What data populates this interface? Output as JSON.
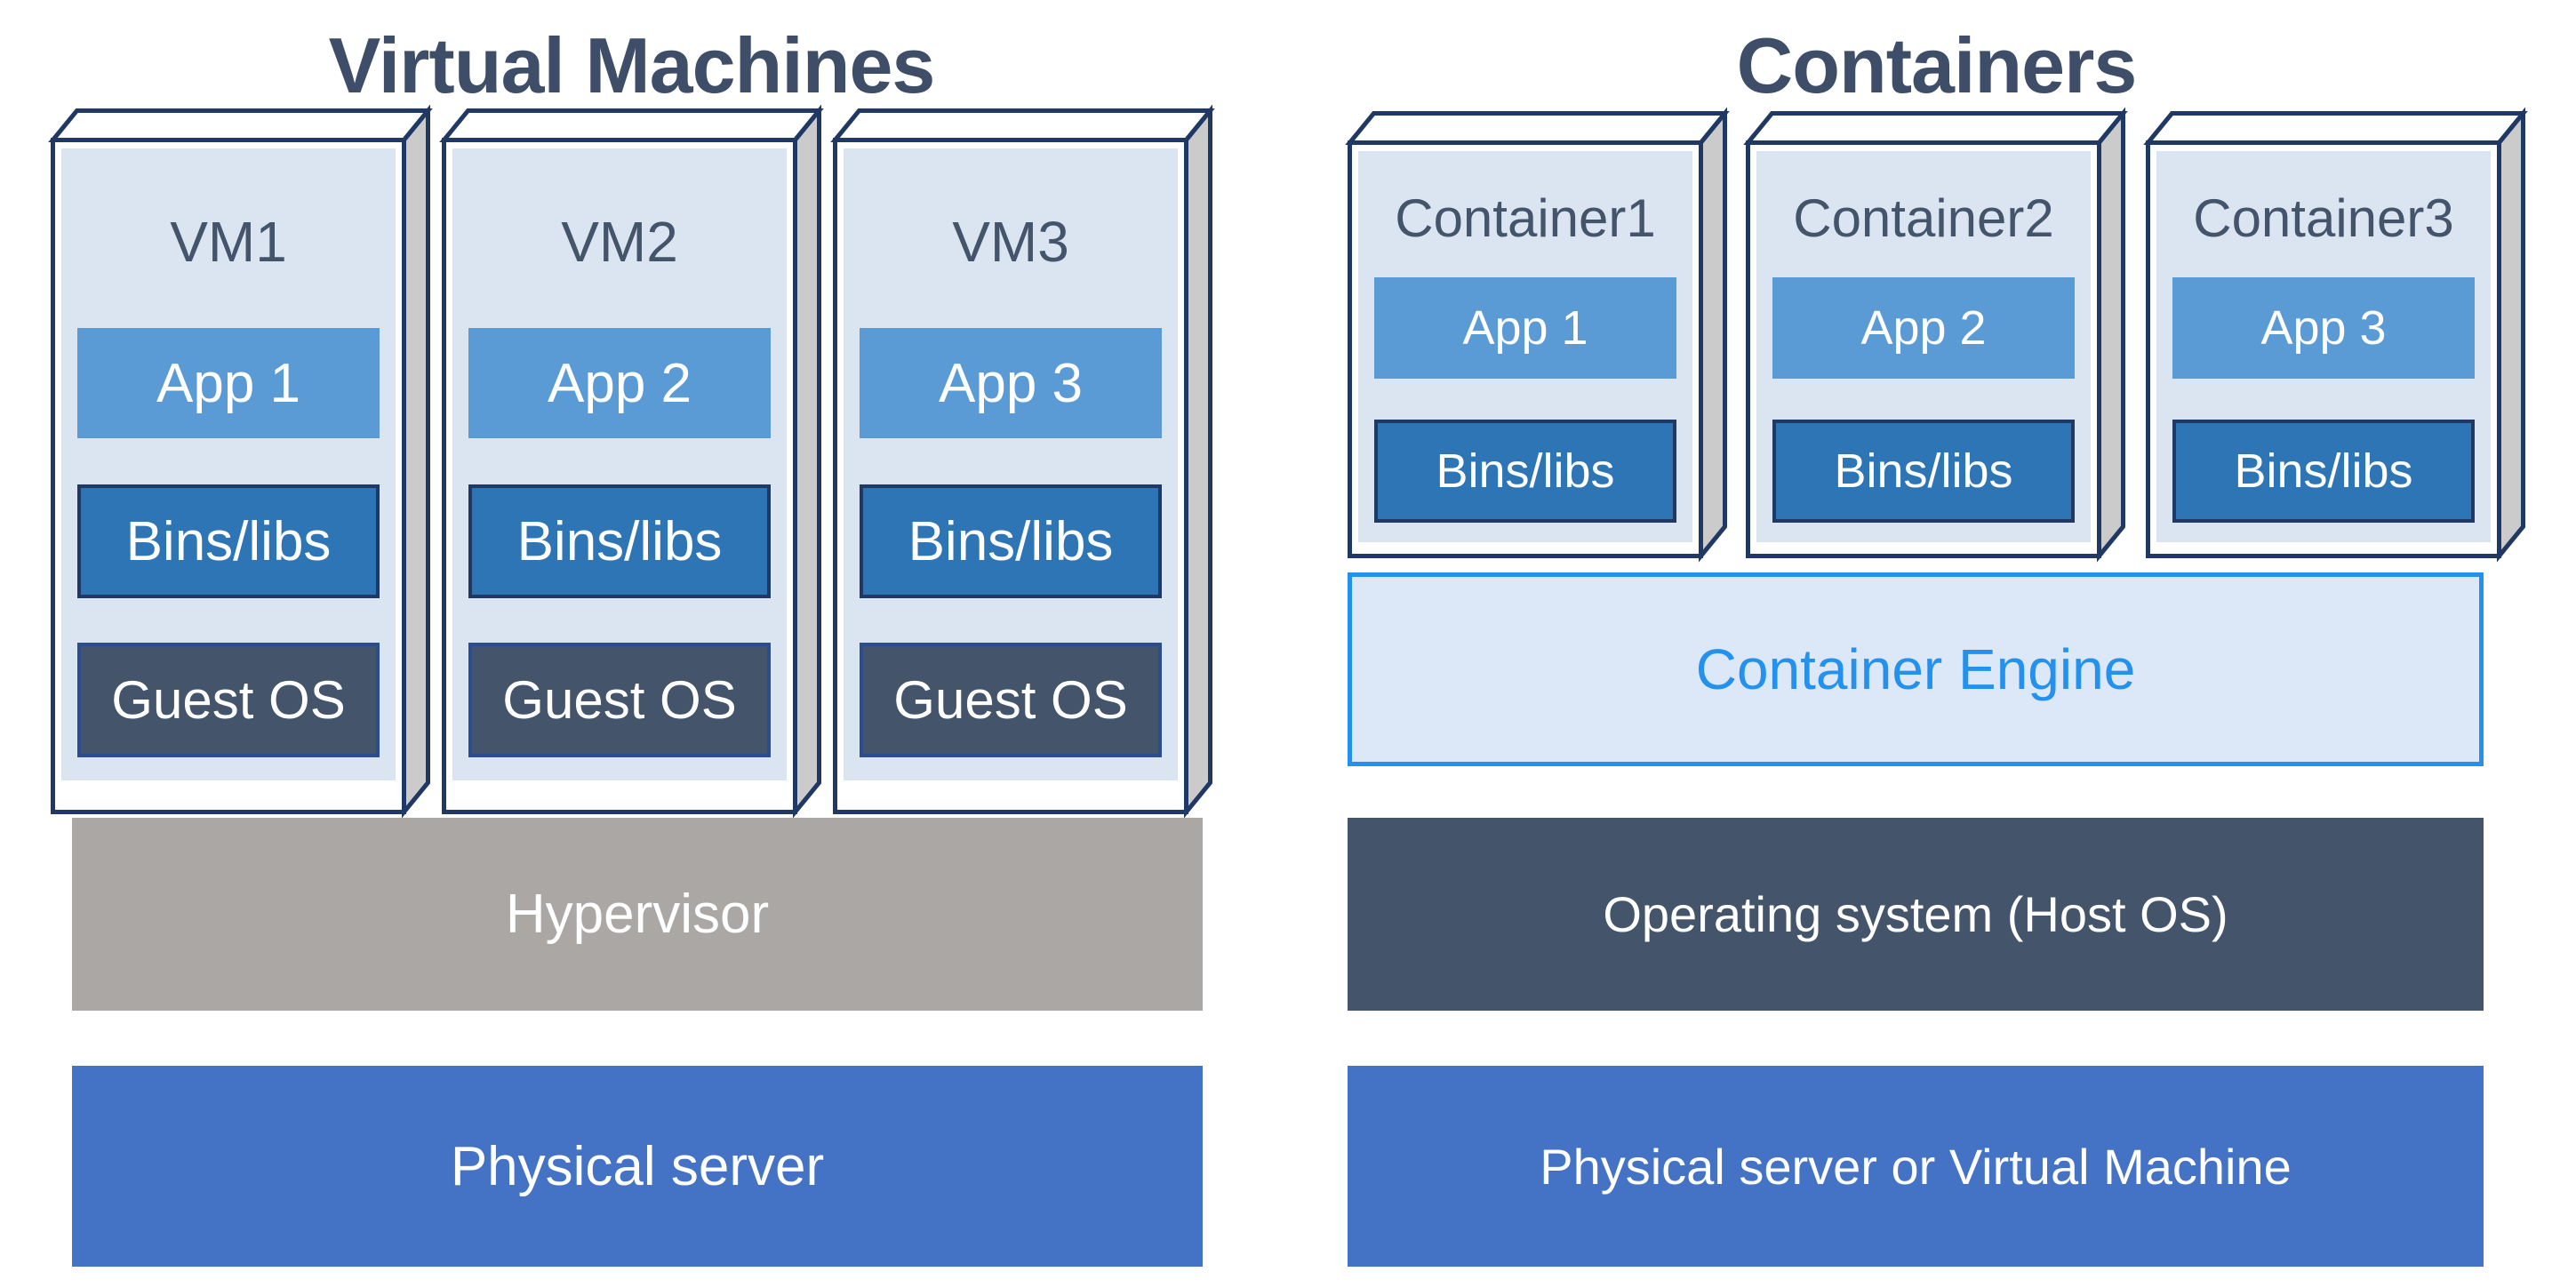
{
  "left_section": {
    "title": "Virtual Machines",
    "vms": [
      {
        "name": "VM1",
        "app": "App 1",
        "bins": "Bins/libs",
        "guest_os": "Guest OS"
      },
      {
        "name": "VM2",
        "app": "App 2",
        "bins": "Bins/libs",
        "guest_os": "Guest OS"
      },
      {
        "name": "VM3",
        "app": "App 3",
        "bins": "Bins/libs",
        "guest_os": "Guest OS"
      }
    ],
    "hypervisor_label": "Hypervisor",
    "base_label": "Physical server"
  },
  "right_section": {
    "title": "Containers",
    "containers": [
      {
        "name": "Container1",
        "app": "App 1",
        "bins": "Bins/libs"
      },
      {
        "name": "Container2",
        "app": "App 2",
        "bins": "Bins/libs"
      },
      {
        "name": "Container3",
        "app": "App 3",
        "bins": "Bins/libs"
      }
    ],
    "container_engine_label": "Container Engine",
    "host_os_label": "Operating system (Host OS)",
    "base_label": "Physical server or Virtual Machine"
  },
  "colors": {
    "outline_navy": "#1f3864",
    "side_gray": "#cbcbcb",
    "panel_light_blue": "#dbe5f2",
    "app_blue": "#5b9bd5",
    "bins_blue": "#2e75b6",
    "os_slate": "#44546a",
    "guest_border_blue": "#2c4d8c",
    "hypervisor_gray": "#aba7a5",
    "server_blue": "#4472c4",
    "engine_accent_blue": "#2591ee",
    "engine_fill": "#dce8f7",
    "title_text": "#3e4d68"
  }
}
